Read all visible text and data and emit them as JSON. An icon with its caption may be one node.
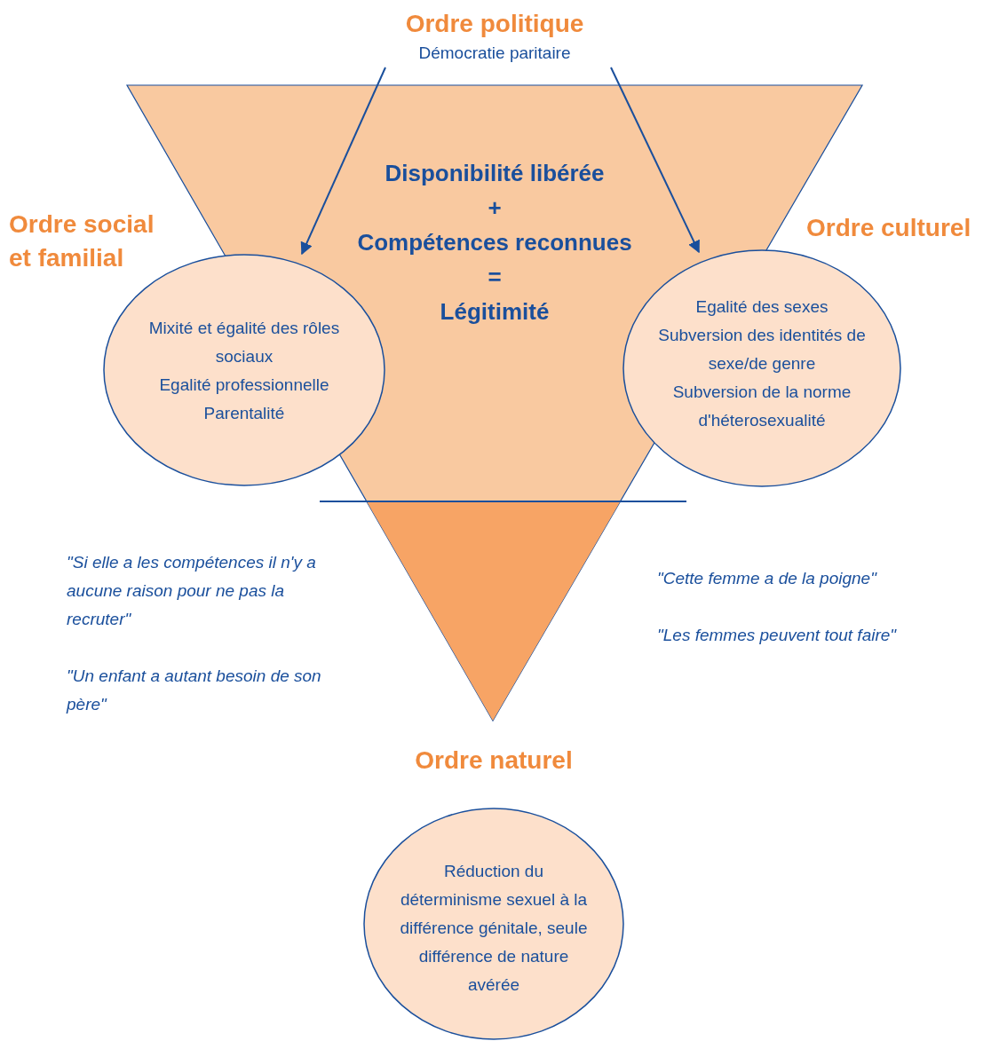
{
  "diagram": {
    "nodes": [
      {
        "text": [
          "Disponibilité libérée",
          "+",
          "Compétences reconnues",
          "=",
          "Légitimité"
        ]
      },
      {
        "text": [
          "Ordre politique",
          "Démocratie paritaire"
        ]
      },
      {
        "text": [
          "Ordre social et familial",
          "Mixité et égalité des rôles sociaux",
          "Egalité professionnelle",
          "Parentalité"
        ]
      },
      {
        "text": [
          "Ordre culturel",
          "Egalité des sexes",
          "Subversion des identités de sexe/de genre",
          "Subversion de la norme d'héterosexualité"
        ]
      },
      {
        "text": [
          "Ordre naturel",
          "Réduction du déterminisme sexuel à la différence génitale, seule différence de nature avérée"
        ]
      }
    ],
    "edges": [
      {
        "from": 1,
        "to": 2,
        "arrow": "to"
      },
      {
        "from": 1,
        "to": 3,
        "arrow": "to"
      }
    ],
    "labels": [
      "\"Si elle a les compétences il n'y a aucune raison pour ne pas la recruter\"",
      "\"Un enfant a autant besoin de son père\"",
      "\"Cette femme a de la poigne\"",
      "\"Les femmes peuvent tout faire\""
    ]
  }
}
